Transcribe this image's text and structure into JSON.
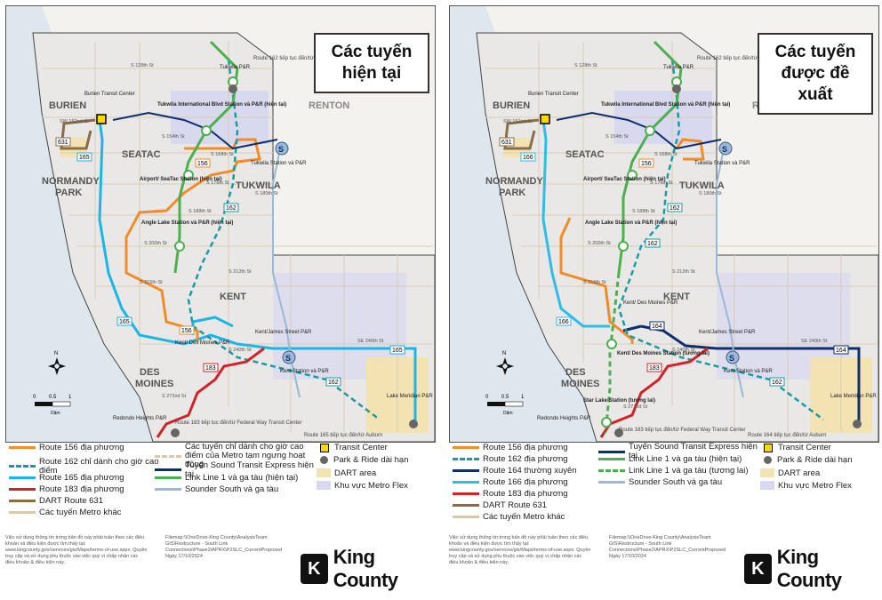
{
  "colors": {
    "water": "#dfe7ee",
    "land": "#f4f2ee",
    "service_area": "#e6e6e6",
    "metro_flex": "#d8d9ef",
    "dart_area": "#f3e3b3",
    "route156": "#f28c28",
    "route162": "#1a9aa5",
    "route164": "#0e2e6e",
    "route165": "#1bb5e6",
    "route166": "#2ebde8",
    "route183": "#d2232a",
    "dart631": "#8a6d4b",
    "other_metro": "#d9c9a8",
    "st_express": "#0e2e6e",
    "link_line": "#4caf50",
    "sounder": "#9bb8d6"
  },
  "left": {
    "title": "Các tuyến hiện tại",
    "title_lines": [
      "Các tuyến",
      "hiện tại"
    ],
    "places": {
      "burien": "BURIEN",
      "seatac": "SEATAC",
      "normandy": "NORMANDY",
      "park": "PARK",
      "tukwila": "TUKWILA",
      "renton": "RENTON",
      "kent": "KENT",
      "des": "DES",
      "moines": "MOINES"
    },
    "stations": {
      "burien_tc": "Burien Transit Center",
      "tukwila_intl": "Tukwila International Blvd Station và P&R (hiện tại)",
      "airport": "Airport/ SeaTac Station (hiện tại)",
      "angle_lake": "Angle Lake Station và P&R (hiện tại)",
      "tukwila_pr": "Tukwila P&R",
      "tukwila_station": "Tukwila Station và P&R",
      "kent_des_moines": "Kent/ Des Moines P&R",
      "kent_james": "Kent/James Street P&R",
      "kent_station": "Kent Station và P&R",
      "redondo": "Redondo Heights P&R",
      "lake_meridian": "Lake Meridian P&R"
    },
    "notes": {
      "route162_north": "Route 162 tiếp tục đến/từ downtown Seattle",
      "route183_south": "Route 183 tiếp tục đến/từ Federal Way Transit Center",
      "route165_south": "Route 165 tiếp tục đến/từ Auburn"
    },
    "streets": [
      "S 128th St",
      "SW 152nd St",
      "S 154th St",
      "S 168th St",
      "S 176th St",
      "S 180th St",
      "S 188th St",
      "S 200th St",
      "S 212th St",
      "S 216th St",
      "S 240th St",
      "SE 240th St",
      "S 272nd St"
    ],
    "route_labels": [
      "631",
      "165",
      "156",
      "162",
      "165",
      "156",
      "183",
      "165",
      "162"
    ],
    "legend": [
      {
        "label": "Route 156 địa phương",
        "color_key": "route156",
        "style": "solid"
      },
      {
        "label": "Route 162 chỉ dành cho giờ cao điểm",
        "color_key": "route162",
        "style": "dashed"
      },
      {
        "label": "Route 165 địa phương",
        "color_key": "route165",
        "style": "solid"
      },
      {
        "label": "Route 183 địa phương",
        "color_key": "route183",
        "style": "solid"
      },
      {
        "label": "DART Route 631",
        "color_key": "dart631",
        "style": "solid"
      },
      {
        "label": "Các tuyến Metro khác",
        "color_key": "other_metro",
        "style": "solid"
      },
      {
        "label": "Các tuyến chỉ dành cho giờ cao điểm của Metro tạm ngưng hoạt động",
        "color_key": "other_metro",
        "style": "dashed"
      },
      {
        "label": "Tuyến Sound Transit Express hiện tại",
        "color_key": "st_express",
        "style": "solid"
      },
      {
        "label": "Link Line 1 và ga tàu (hiện tại)",
        "color_key": "link_line",
        "style": "solid"
      },
      {
        "label": "Sounder South và ga tàu",
        "color_key": "sounder",
        "style": "solid"
      },
      {
        "label": "Transit Center",
        "icon": "transit-center-icon"
      },
      {
        "label": "Park & Ride dài hạn",
        "icon": "park-ride-icon"
      },
      {
        "label": "DART area",
        "color_key": "dart_area",
        "style": "area"
      },
      {
        "label": "Khu vực Metro Flex",
        "color_key": "metro_flex",
        "style": "area"
      }
    ]
  },
  "right": {
    "title": "Các tuyến được đề xuất",
    "title_lines": [
      "Các tuyến",
      "được đề xuất"
    ],
    "stations": {
      "burien_tc": "Burien Transit Center",
      "tukwila_intl": "Tukwila International Blvd Station và P&R (hiện tại)",
      "airport": "Airport/ SeaTac Station (hiện tại)",
      "angle_lake": "Angle Lake Station và P&R (hiện tại)",
      "tukwila_pr": "Tukwila P&R",
      "tukwila_station": "Tukwila Station và P&R",
      "kent_des_moines_pr": "Kent/ Des Moines P&R",
      "kent_des_moines_station": "Kent/ Des Moines Station (tương lai)",
      "star_lake": "Star Lake Station (tương lai)",
      "kent_james": "Kent/James Street P&R",
      "kent_station": "Kent Station và P&R",
      "redondo": "Redondo Heights P&R",
      "lake_meridian": "Lake Meridian P&R"
    },
    "notes": {
      "route162_north": "Route 162 tiếp tục đến/từ downtown Seattle",
      "route183_south": "Route 183 tiếp tục đến/từ Federal Way Transit Center",
      "route164_south": "Route 164 tiếp tục đến/từ Auburn"
    },
    "route_labels": [
      "631",
      "166",
      "156",
      "162",
      "162",
      "166",
      "164",
      "183",
      "164",
      "162"
    ],
    "legend": [
      {
        "label": "Route 156 địa phương",
        "color_key": "route156",
        "style": "solid"
      },
      {
        "label": "Route 162 địa phương",
        "color_key": "route162",
        "style": "dashed"
      },
      {
        "label": "Route 164 thường xuyên",
        "color_key": "route164",
        "style": "solid"
      },
      {
        "label": "Route 166 địa phương",
        "color_key": "route166",
        "style": "solid"
      },
      {
        "label": "Route 183 địa phương",
        "color_key": "route183",
        "style": "solid"
      },
      {
        "label": "DART Route 631",
        "color_key": "dart631",
        "style": "solid"
      },
      {
        "label": "Các tuyến Metro khác",
        "color_key": "other_metro",
        "style": "solid"
      },
      {
        "label": "Tuyến Sound Transit Express hiện tại",
        "color_key": "st_express",
        "style": "solid"
      },
      {
        "label": "Link Line 1 và ga tàu (hiện tại)",
        "color_key": "link_line",
        "style": "solid"
      },
      {
        "label": "Link Line 1 và ga tàu (tương lai)",
        "color_key": "link_line",
        "style": "dashed"
      },
      {
        "label": "Sounder South và ga tàu",
        "color_key": "sounder",
        "style": "solid"
      },
      {
        "label": "Transit Center",
        "icon": "transit-center-icon"
      },
      {
        "label": "Park & Ride dài hạn",
        "icon": "park-ride-icon"
      },
      {
        "label": "DART area",
        "color_key": "dart_area",
        "style": "area"
      },
      {
        "label": "Khu vực Metro Flex",
        "color_key": "metro_flex",
        "style": "area"
      }
    ]
  },
  "scale": {
    "ticks": [
      "0",
      "0.5",
      "1"
    ],
    "unit": "Dặm",
    "north": "N"
  },
  "footer": {
    "disclaimer": "Việc sử dụng thông tin trong bản đồ này phải tuân theo các điều khoản và điều kiện được tìm thấy tại: www.kingcounty.gov/services/gis/Maps/terms-of-use.aspx. Quyền truy cập và sử dụng phụ thuộc vào việc quý vị chấp nhận các điều khoản & điều kiện này.",
    "path_left": "Filemap:\\\\OneDrive-King County\\AnalysisTeam GIS\\Restructure - South Link Connections\\Phase2\\APRX\\P2SLC_CurrentProposed   Ngày 17/10/2024",
    "path_right": "Filemap:\\\\OneDrive-King County\\AnalysisTeam GIS\\Restructure - South Link Connections\\Phase2\\APRX\\P2SLC_CurrentProposed   Ngày 17/10/2024",
    "logo_text": "King County"
  }
}
